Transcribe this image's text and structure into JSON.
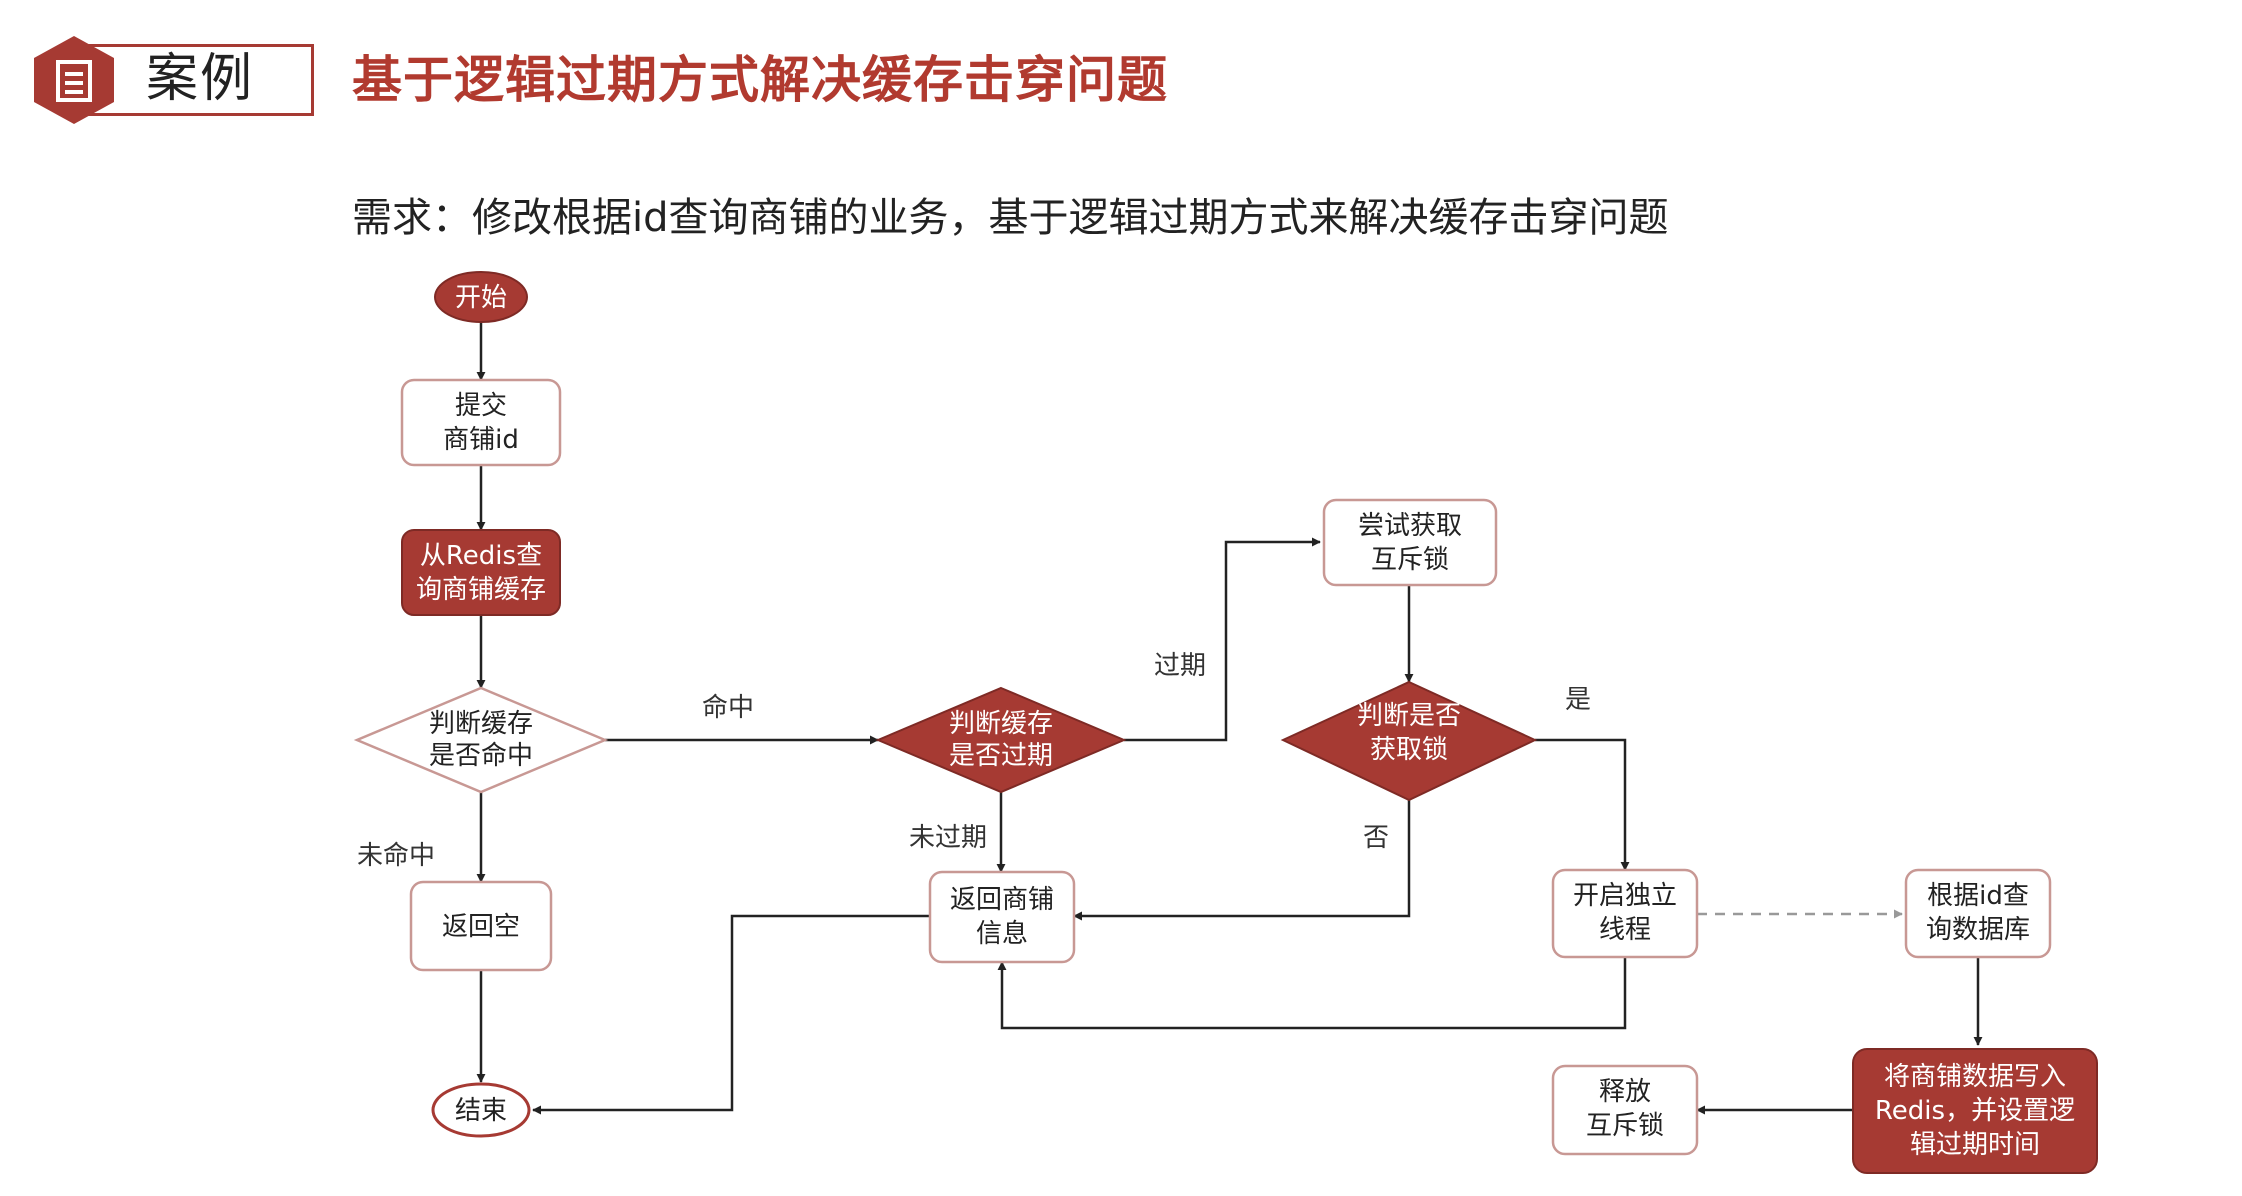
{
  "header": {
    "badge_label": "案例",
    "title": "基于逻辑过期方式解决缓存击穿问题"
  },
  "requirement": "需求：修改根据id查询商铺的业务，基于逻辑过期方式来解决缓存击穿问题",
  "colors": {
    "accent": "#a63a33",
    "node_fill_dark": "#a63a33",
    "node_text_light": "#ffffff"
  },
  "flow": {
    "start": "开始",
    "submit": [
      "提交",
      "商铺id"
    ],
    "query_redis": [
      "从Redis查",
      "询商铺缓存"
    ],
    "check_hit": [
      "判断缓存",
      "是否命中"
    ],
    "return_null": "返回空",
    "end": "结束",
    "check_expired": [
      "判断缓存",
      "是否过期"
    ],
    "return_shop": [
      "返回商铺",
      "信息"
    ],
    "try_lock": [
      "尝试获取",
      "互斥锁"
    ],
    "check_lock": [
      "判断是否",
      "获取锁"
    ],
    "start_thread": [
      "开启独立",
      "线程"
    ],
    "query_db": [
      "根据id查",
      "询数据库"
    ],
    "write_redis": [
      "将商铺数据写入",
      "Redis，并设置逻",
      "辑过期时间"
    ],
    "release_lock": [
      "释放",
      "互斥锁"
    ]
  },
  "edge_labels": {
    "hit": "命中",
    "miss": "未命中",
    "expired": "过期",
    "not_expired": "未过期",
    "yes": "是",
    "no": "否"
  }
}
